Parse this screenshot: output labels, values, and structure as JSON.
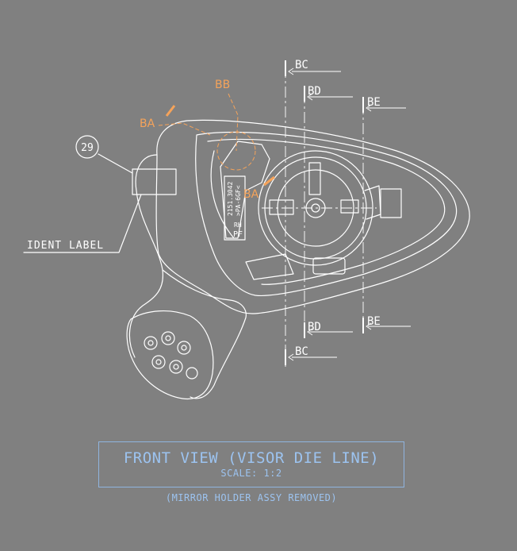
{
  "callouts": {
    "item_number": "29",
    "ident_label": "IDENT LABEL",
    "ba_upper": "BA",
    "ba_lower": "BA",
    "bb": "BB"
  },
  "section_markers": {
    "bc_top": "BC",
    "bd_top": "BD",
    "be_top": "BE",
    "bd_bottom": "BD",
    "be_bottom": "BE",
    "bc_bottom": "BC"
  },
  "part_markings": {
    "text_1": "2151.3042",
    "text_2": ">PA-6GF<",
    "text_3": "RH",
    "text_4": "PF"
  },
  "title_block": {
    "title": "FRONT VIEW (VISOR DIE LINE)",
    "scale": "SCALE: 1:2",
    "note": "(MIRROR HOLDER ASSY REMOVED)"
  },
  "colors": {
    "background": "#808080",
    "linework": "#ffffff",
    "callout_orange": "#f5a35a",
    "title_blue": "#9cc3f0"
  }
}
